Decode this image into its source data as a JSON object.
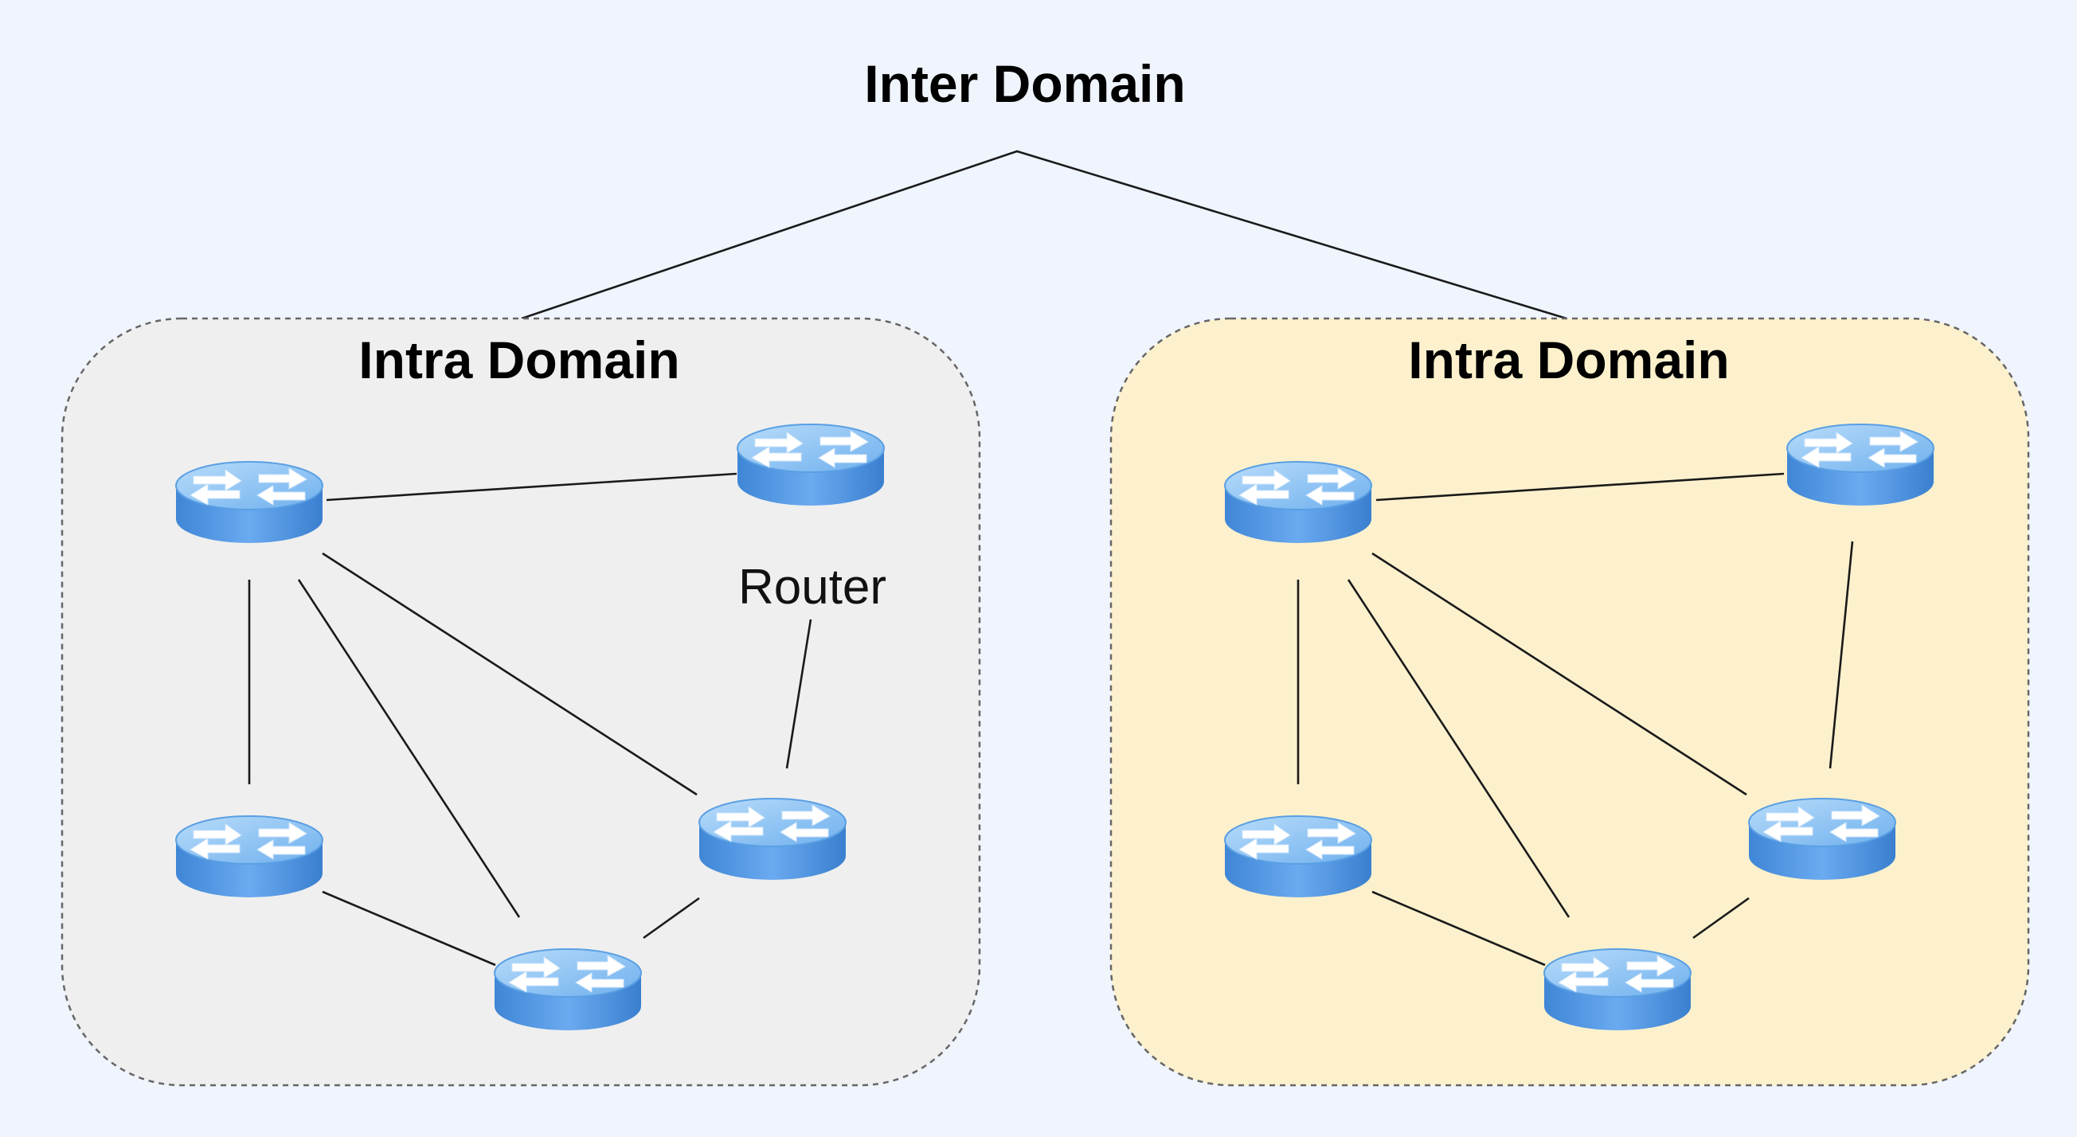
{
  "diagram": {
    "top_label": "Inter Domain",
    "domains": [
      {
        "label": "Intra Domain",
        "color": "#efefef",
        "router_label": "Router"
      },
      {
        "label": "Intra Domain",
        "color": "#fdf1cd",
        "router_label": ""
      }
    ],
    "router_icon": "router-icon",
    "colors": {
      "background": "#eff4fd",
      "router_top": "#8ec7f4",
      "router_side": "#4f95de",
      "router_arrows": "#ffffff",
      "link": "#1a1a1a"
    }
  }
}
